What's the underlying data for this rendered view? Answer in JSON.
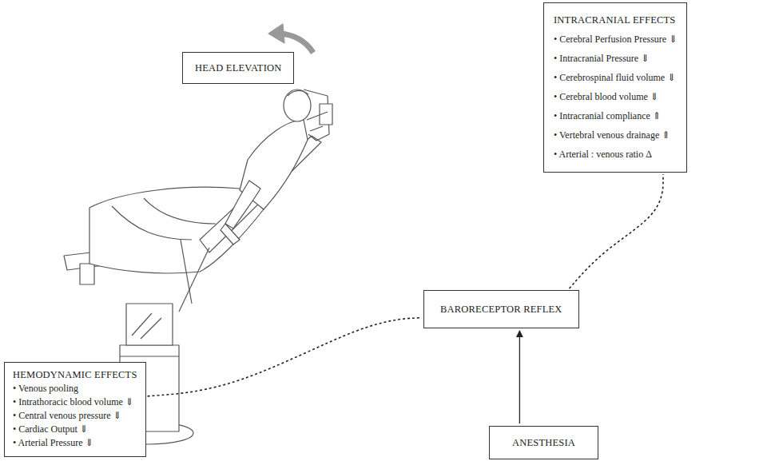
{
  "diagram": {
    "nodes": [
      {
        "text": [
          "HEAD ELEVATION"
        ]
      },
      {
        "text": [
          "INTRACRANIAL EFFECTS",
          "• Cerebral Perfusion Pressure ⇓",
          "• Intracranial Pressure ⇓",
          "• Cerebrospinal fluid volume ⇓",
          "• Cerebral blood volume ⇓",
          "• Intracranial compliance ⇑",
          "• Vertebral venous drainage ⇑",
          "• Arterial : venous ratio Δ"
        ]
      },
      {
        "text": [
          "BARORECEPTOR REFLEX"
        ]
      },
      {
        "text": [
          "HEMODYNAMIC EFFECTS",
          "• Venous pooling",
          "• Intrathoracic blood volume ⇓",
          "• Central venous pressure ⇓",
          "• Cardiac Output ⇓",
          "• Arterial Pressure ⇓"
        ]
      },
      {
        "text": [
          "ANESTHESIA"
        ]
      }
    ],
    "edges": [
      {
        "from": 3,
        "to": 2,
        "arrow": "none"
      },
      {
        "from": 2,
        "to": 1,
        "arrow": "none"
      },
      {
        "from": 4,
        "to": 2,
        "arrow": "to"
      }
    ]
  }
}
